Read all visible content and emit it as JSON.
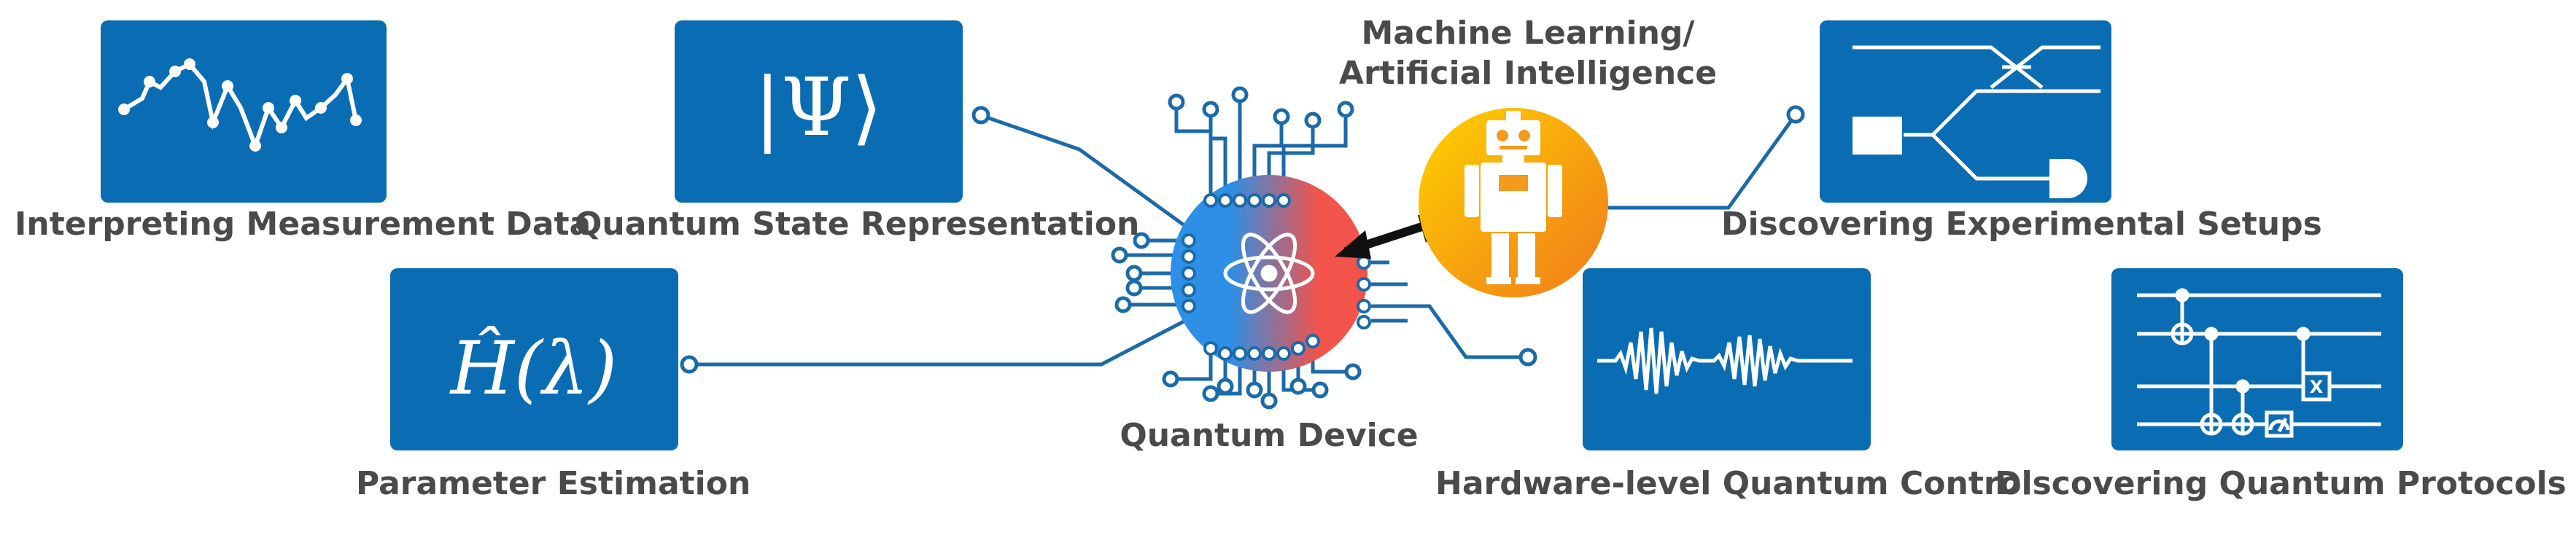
{
  "diagram": {
    "center": {
      "label": "Quantum Device",
      "icon": "atom-icon",
      "gradient": [
        "#2d8fe6",
        "#f2534b"
      ]
    },
    "ml": {
      "title_line1": "Machine Learning/",
      "title_line2": "Artificial Intelligence",
      "icon": "robot-icon",
      "gradient": [
        "#ffd200",
        "#f07a1a"
      ]
    },
    "panels": [
      {
        "id": "measurement",
        "label": "Interpreting Measurement Data",
        "icon": "noisy-data-icon"
      },
      {
        "id": "state",
        "label": "Quantum State Representation",
        "symbol": "|Ψ⟩"
      },
      {
        "id": "parameter",
        "label": "Parameter Estimation",
        "symbol": "Ĥ(λ)"
      },
      {
        "id": "setups",
        "label": "Discovering Experimental Setups",
        "icon": "optical-setup-icon"
      },
      {
        "id": "control",
        "label": "Hardware-level Quantum Control",
        "icon": "waveform-icon"
      },
      {
        "id": "protocols",
        "label": "Discovering Quantum Protocols",
        "icon": "circuit-icon",
        "gate_label": "X"
      }
    ],
    "colors": {
      "panel": "#0a6db3",
      "trace": "#1c6aa8",
      "caption": "#4a4a4a"
    }
  }
}
